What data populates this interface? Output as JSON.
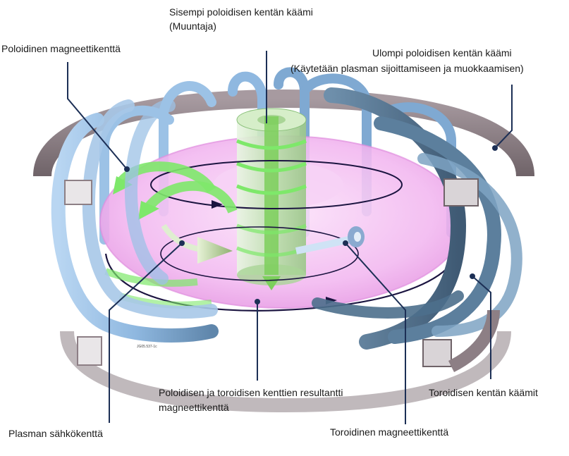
{
  "labels": {
    "inner_coil_line1": "Sisempi poloidisen kentän käämi",
    "inner_coil_line2": "(Muuntaja)",
    "poloidal_field": "Poloidinen magneettikenttä",
    "outer_coil_line1": "Ulompi poloidisen kentän käämi",
    "outer_coil_line2": "(Käytetään plasman sijoittamiseen ja  muokkaamisen)",
    "resultant_line1": "Poloidisen ja toroidisen kenttien resultantti",
    "resultant_line2": "magneettikenttä",
    "toroidal_coils": "Toroidisen kentän käämit",
    "plasma_current": "Plasman sähkökenttä",
    "toroidal_field": "Toroidinen magneettikenttä",
    "figure_code": "JG05.537-1c"
  },
  "colors": {
    "plasma": "#f2b8f0",
    "toroidal_coil": "#8fb8e0",
    "toroidal_coil_dark": "#4d6f8c",
    "outer_coil": "#8d7f85",
    "solenoid": "#c8e8b8",
    "poloidal_arrow": "#7ee86a",
    "leader": "#1c2f55"
  },
  "icons": [
    "green-arrow-icon",
    "cone-arrow-icon",
    "light-blue-arrow-icon"
  ]
}
